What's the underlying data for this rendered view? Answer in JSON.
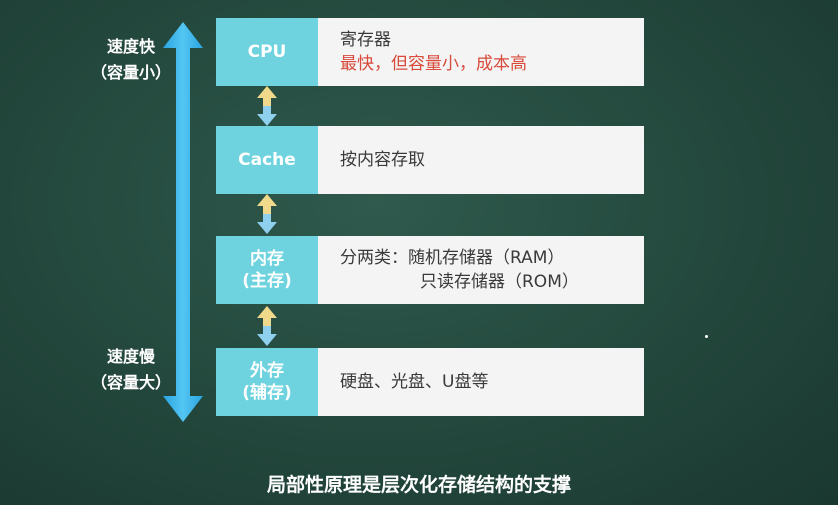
{
  "speed_fast": {
    "line1": "速度快",
    "line2": "（容量小）"
  },
  "speed_slow": {
    "line1": "速度慢",
    "line2": "（容量大）"
  },
  "levels": [
    {
      "key_lines": [
        "CPU"
      ],
      "desc_lines": [
        "寄存器",
        "最快，但容量小，成本高"
      ]
    },
    {
      "key_lines": [
        "Cache"
      ],
      "desc_lines": [
        "按内容存取"
      ]
    },
    {
      "key_lines": [
        "内存",
        "(主存)"
      ],
      "desc_lines": [
        "分两类：随机存储器（RAM）",
        "只读存储器（ROM）"
      ]
    },
    {
      "key_lines": [
        "外存",
        "(辅存)"
      ],
      "desc_lines": [
        "硬盘、光盘、U盘等"
      ]
    }
  ],
  "caption": "局部性原理是层次化存储结构的支撑",
  "colors": {
    "key_box": "#6ed3de",
    "desc_box": "#f4f4f4",
    "highlight_text": "#d84a3a",
    "arrow": "#3fb9ea",
    "link_arrow_top": "#f0d98a",
    "link_arrow_bottom": "#8fd0ef"
  }
}
